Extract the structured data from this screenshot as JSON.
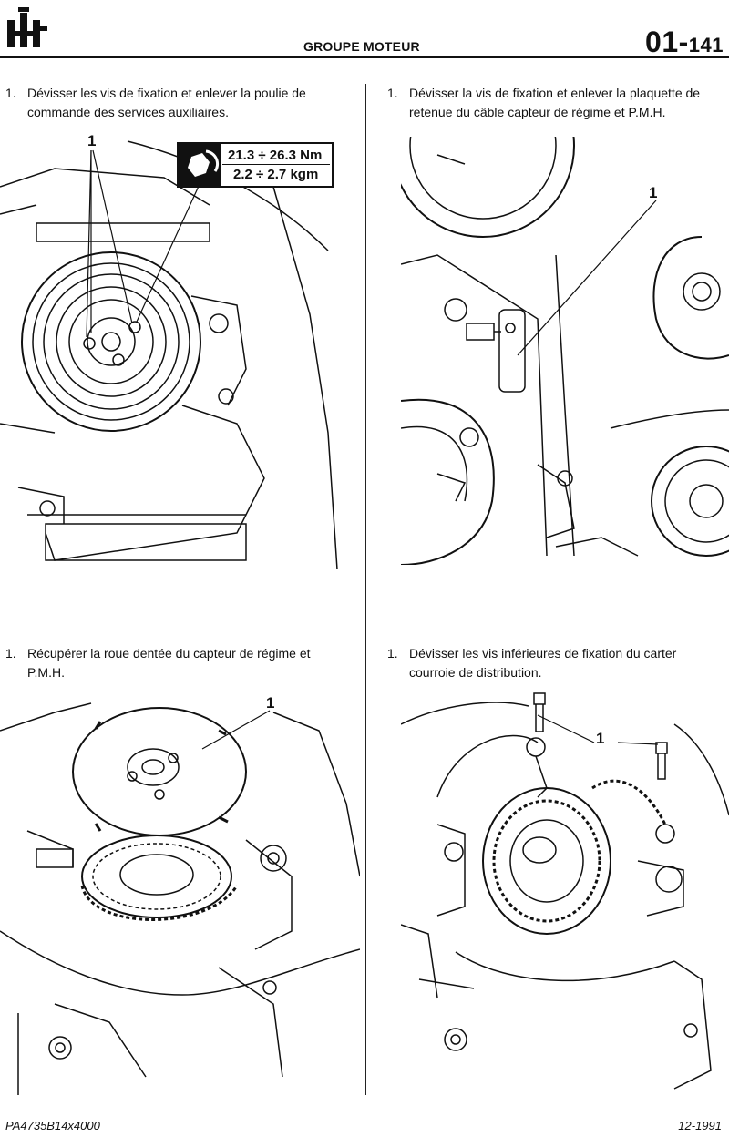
{
  "header": {
    "section_title": "GROUPE MOTEUR",
    "page_code_major": "01",
    "page_code_separator": "-",
    "page_code_minor": "141"
  },
  "steps": [
    {
      "number": "1.",
      "lines": [
        "Dévisser les vis de fixation et enlever la poulie de",
        "commande des services auxiliaires."
      ]
    },
    {
      "number": "1.",
      "lines": [
        "Dévisser la vis de fixation et enlever la plaquette de",
        "retenue du câble capteur de régime et P.M.H."
      ]
    },
    {
      "number": "1.",
      "lines": [
        "Récupérer la roue dentée du capteur de régime et",
        "P.M.H."
      ]
    },
    {
      "number": "1.",
      "lines": [
        "Dévisser les vis inférieures de fixation du carter",
        "courroie de distribution."
      ]
    }
  ],
  "figures": {
    "fig1_callout": "1",
    "fig2_callout": "1",
    "fig3_callout": "1",
    "fig4_callout": "1",
    "torque_nm": "21.3 ÷ 26.3 Nm",
    "torque_kgm": "2.2 ÷ 2.7 kgm",
    "torque_icon": "wrench-nut-icon"
  },
  "footer": {
    "left": "PA4735B14x4000",
    "right": "12-1991"
  }
}
